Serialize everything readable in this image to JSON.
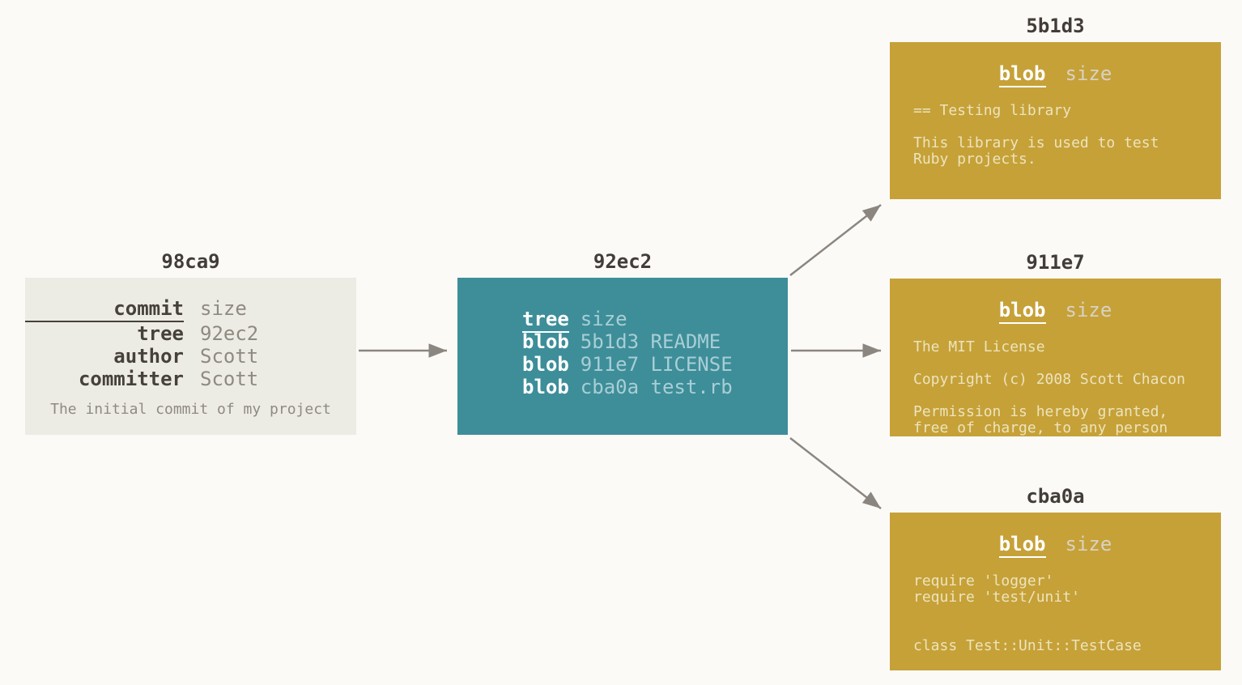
{
  "diagram": {
    "commit": {
      "id": "98ca9",
      "rows": [
        {
          "label": "commit",
          "value": "size"
        },
        {
          "label": "tree",
          "value": "92ec2"
        },
        {
          "label": "author",
          "value": "Scott"
        },
        {
          "label": "committer",
          "value": "Scott"
        }
      ],
      "message": "The initial commit of my project"
    },
    "tree": {
      "id": "92ec2",
      "rows": [
        {
          "label": "tree",
          "value": "size"
        },
        {
          "label": "blob",
          "value": "5b1d3 README"
        },
        {
          "label": "blob",
          "value": "911e7 LICENSE"
        },
        {
          "label": "blob",
          "value": "cba0a test.rb"
        }
      ]
    },
    "blobs": [
      {
        "id": "5b1d3",
        "type_label": "blob",
        "size_label": "size",
        "body": "== Testing library\n\nThis library is used to test\nRuby projects."
      },
      {
        "id": "911e7",
        "type_label": "blob",
        "size_label": "size",
        "body": "The MIT License\n\nCopyright (c) 2008 Scott Chacon\n\nPermission is hereby granted,\nfree of charge, to any person"
      },
      {
        "id": "cba0a",
        "type_label": "blob",
        "size_label": "size",
        "body": "require 'logger'\nrequire 'test/unit'\n\n\nclass Test::Unit::TestCase"
      }
    ],
    "colors": {
      "background": "#fbfaf7",
      "commit_box": "#edece4",
      "tree_box": "#3d8e99",
      "blob_box": "#c6a138",
      "arrow": "#8c8680",
      "title_text": "#423d38",
      "muted_text": "#8f8a81",
      "tree_muted_text": "#a9ced5",
      "blob_muted_text": "#ece4bc"
    }
  }
}
